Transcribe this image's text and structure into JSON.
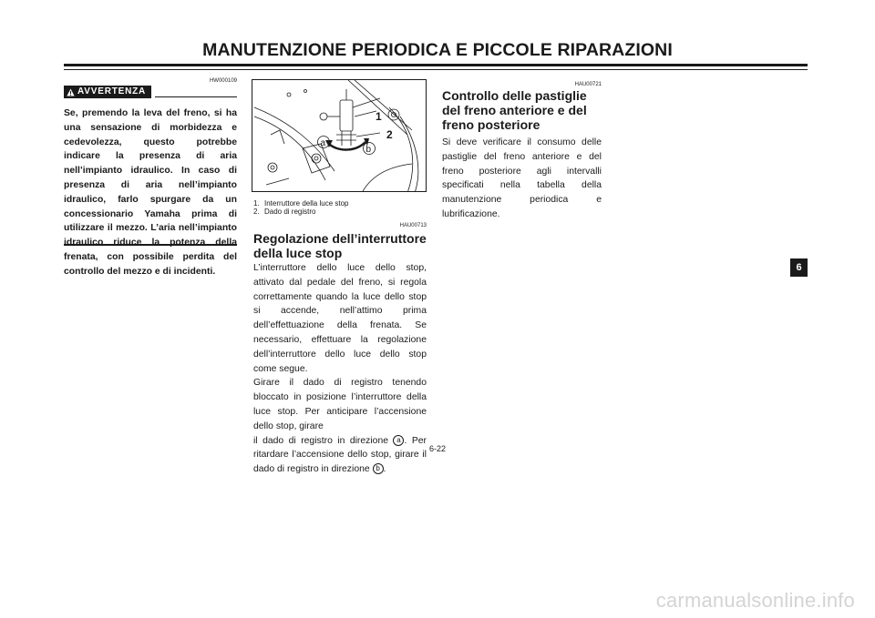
{
  "header": {
    "title": "MANUTENZIONE PERIODICA E PICCOLE RIPARAZIONI"
  },
  "warning": {
    "code": "HW000109",
    "badge_label": "AVVERTENZA",
    "icon": "warning-triangle-icon",
    "text": "Se, premendo la leva del freno, si ha una sensazione di morbidezza e cedevolezza, questo potrebbe indicare la presenza di aria nell’impianto idraulico. In caso di presenza di aria nell’impianto idraulico, farlo spurgare da un concessionario Yamaha prima di utilizzare il mezzo. L’aria nell’impianto idraulico riduce la potenza della frenata, con possibile perdita del controllo del mezzo e di incidenti."
  },
  "figure": {
    "callouts": [
      "1",
      "2",
      "a",
      "b"
    ],
    "captions": [
      {
        "num": "1.",
        "text": "Interruttore della luce stop"
      },
      {
        "num": "2.",
        "text": "Dado di registro"
      }
    ]
  },
  "stop_switch_section": {
    "code": "HAU00713",
    "title": "Regolazione dell’interruttore della luce stop",
    "paragraph1": "L’interruttore dello luce dello stop, attivato dal pedale del freno, si regola correttamente quando la luce dello stop si accende, nell’attimo prima dell’effettuazione della frenata. Se necessario, effettuare la regolazione dell’interruttore dello luce dello stop come segue.",
    "paragraph2": "Girare il dado di registro tenendo bloccato in posizione l’interruttore della luce stop. Per anticipare l’accensione dello stop, girare",
    "paragraph3_a": "il dado di registro in direzione",
    "marker_a": "a",
    "paragraph3_b": ". Per ritardare l’accensione dello stop, girare il dado di registro in direzione",
    "marker_b": "b",
    "paragraph3_end": "."
  },
  "pads_section": {
    "code": "HAU00721",
    "title": "Controllo delle pastiglie del freno anteriore e del freno posteriore",
    "paragraph": "Si deve verificare il consumo delle pastiglie del freno anteriore e del freno posteriore agli intervalli specificati nella tabella della manutenzione periodica e lubrificazione."
  },
  "footer": {
    "page_number": "6-22",
    "chapter_tab": "6",
    "watermark": "carmanualsonline.info"
  }
}
